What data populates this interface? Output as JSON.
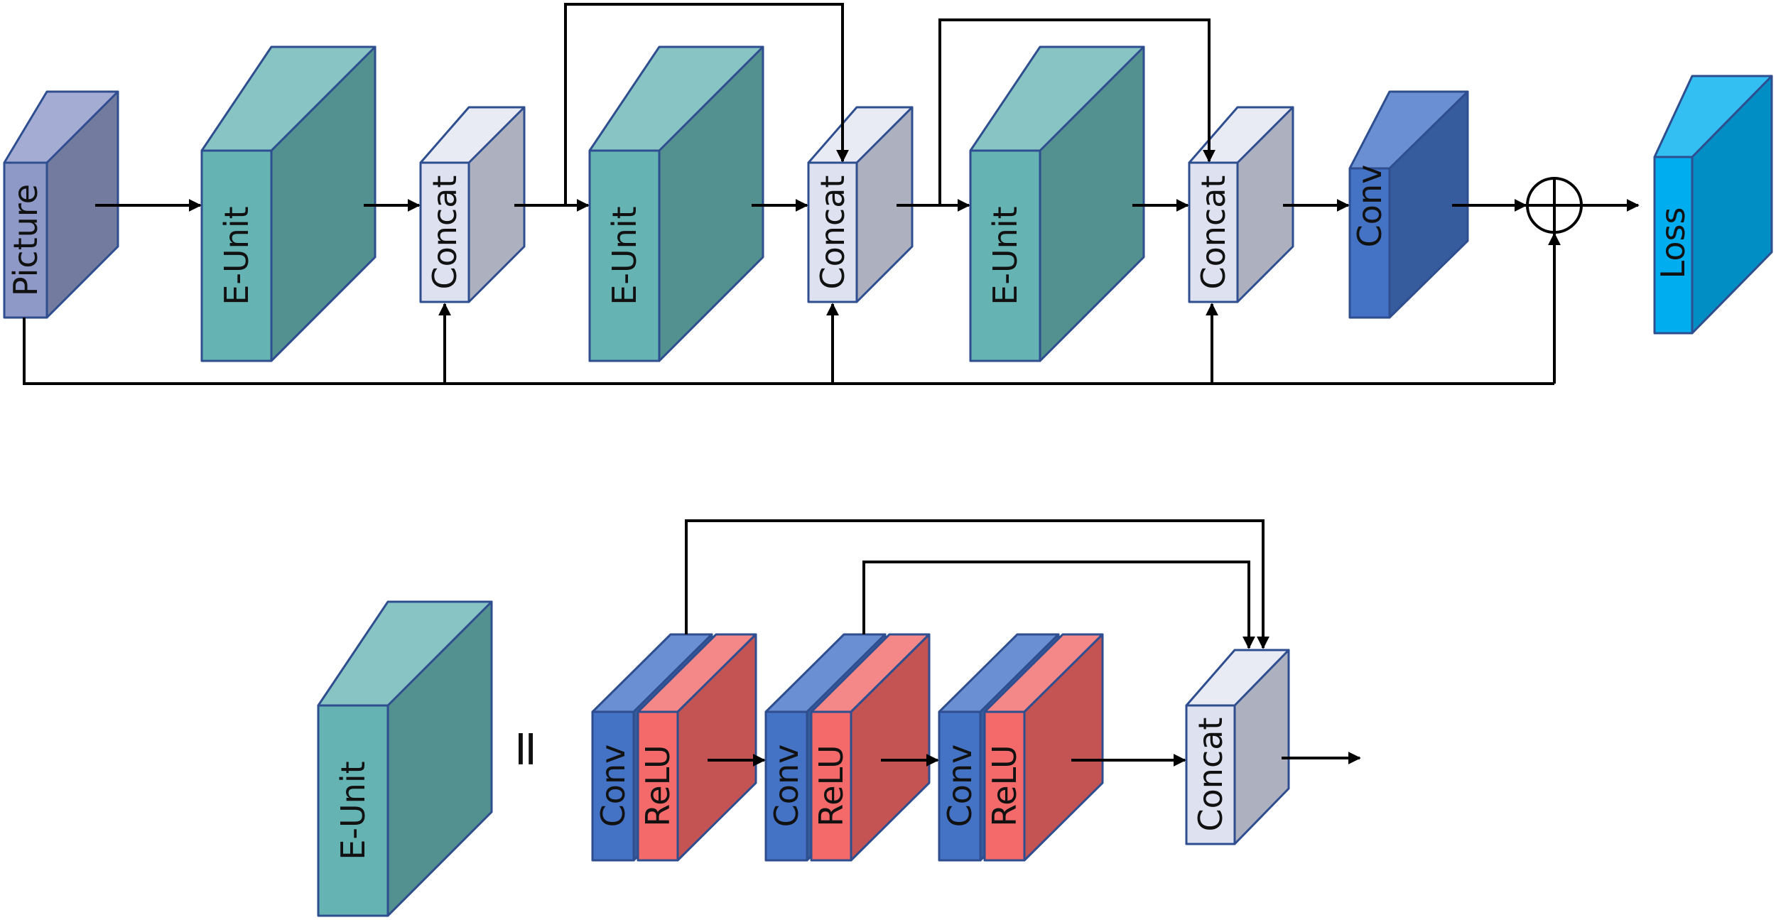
{
  "top_pipeline": {
    "picture_label": "Picture",
    "eunit_labels": [
      "E-Unit",
      "E-Unit",
      "E-Unit"
    ],
    "concat_labels": [
      "Concat",
      "Concat",
      "Concat"
    ],
    "conv_label": "Conv",
    "loss_label": "Loss",
    "add_operator": "elementwise-sum"
  },
  "eunit_definition": {
    "eunit_label": "E-Unit",
    "equals_sign": "=",
    "stages": [
      {
        "conv_label": "Conv",
        "relu_label": "ReLU"
      },
      {
        "conv_label": "Conv",
        "relu_label": "ReLU"
      },
      {
        "conv_label": "Conv",
        "relu_label": "ReLU"
      }
    ],
    "concat_label": "Concat"
  },
  "colors": {
    "picture": [
      "#8E99C7",
      "#A4ACD3",
      "#737C9E"
    ],
    "eunit": [
      "#65B3B3",
      "#88C4C4",
      "#52918F"
    ],
    "concat": [
      "#DEE1F0",
      "#E8EAF4",
      "#ADB0BF"
    ],
    "conv": [
      "#4472C4",
      "#6A8FD3",
      "#375C9E"
    ],
    "relu": [
      "#F46A6A",
      "#F48787",
      "#C45454"
    ],
    "loss": [
      "#00AEEF",
      "#33BFF2",
      "#008EC4"
    ],
    "arrow": "#000000"
  }
}
